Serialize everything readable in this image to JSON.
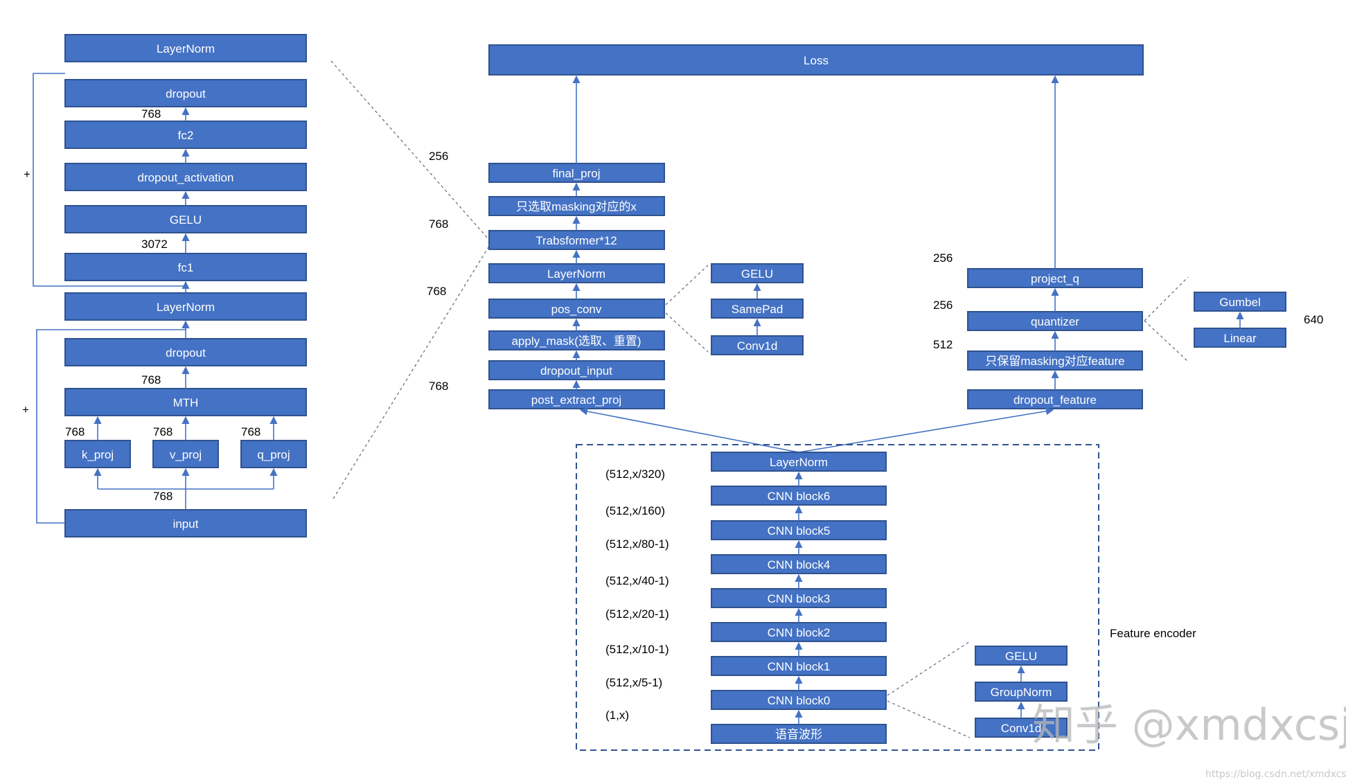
{
  "left": {
    "layernorm_top": "LayerNorm",
    "dropout_top": "dropout",
    "fc2": "fc2",
    "dropout_activation": "dropout_activation",
    "gelu": "GELU",
    "fc1": "fc1",
    "layernorm_mid": "LayerNorm",
    "dropout_bottom": "dropout",
    "mth": "MTH",
    "k_proj": "k_proj",
    "v_proj": "v_proj",
    "q_proj": "q_proj",
    "input": "input",
    "dim_fc2": "768",
    "dim_fc1": "3072",
    "dim_mth": "768",
    "dim_k": "768",
    "dim_v": "768",
    "dim_q": "768",
    "dim_input": "768",
    "plus_top": "+",
    "plus_bottom": "+"
  },
  "middle": {
    "loss": "Loss",
    "final_proj": "final_proj",
    "select_masking": "只选取masking对应的x",
    "transformer": "Trabsformer*12",
    "layernorm": "LayerNorm",
    "pos_conv": "pos_conv",
    "apply_mask": "apply_mask(选取、重置)",
    "dropout_input": "dropout_input",
    "post_extract_proj": "post_extract_proj",
    "dim_256": "256",
    "dim_768_a": "768",
    "dim_768_b": "768",
    "dim_768_c": "768"
  },
  "pos_conv_detail": {
    "gelu": "GELU",
    "samepad": "SamePad",
    "conv1d": "Conv1d"
  },
  "right": {
    "project_q": "project_q",
    "quantizer": "quantizer",
    "keep_masking": "只保留masking对应feature",
    "dropout_feature": "dropout_feature",
    "dim_256_a": "256",
    "dim_256_b": "256",
    "dim_512": "512"
  },
  "quantizer_detail": {
    "gumbel": "Gumbel",
    "linear": "Linear",
    "dim_640": "640"
  },
  "encoder": {
    "title": "Feature encoder",
    "layernorm": "LayerNorm",
    "blocks": [
      "CNN block6",
      "CNN block5",
      "CNN block4",
      "CNN block3",
      "CNN block2",
      "CNN block1",
      "CNN block0"
    ],
    "waveform": "语音波形",
    "shapes": [
      "(512,x/320)",
      "(512,x/160)",
      "(512,x/80-1)",
      "(512,x/40-1)",
      "(512,x/20-1)",
      "(512,x/10-1)",
      "(512,x/5-1)",
      "(1,x)"
    ]
  },
  "block_detail": {
    "gelu": "GELU",
    "groupnorm": "GroupNorm",
    "conv1d": "Conv1d"
  },
  "watermark": {
    "text": "知乎 @xmdxcsj",
    "url": "https://blog.csdn.net/xmdxcsj"
  },
  "colors": {
    "box_fill": "#4472c4",
    "box_stroke": "#2f528f",
    "line": "#4472c4"
  }
}
